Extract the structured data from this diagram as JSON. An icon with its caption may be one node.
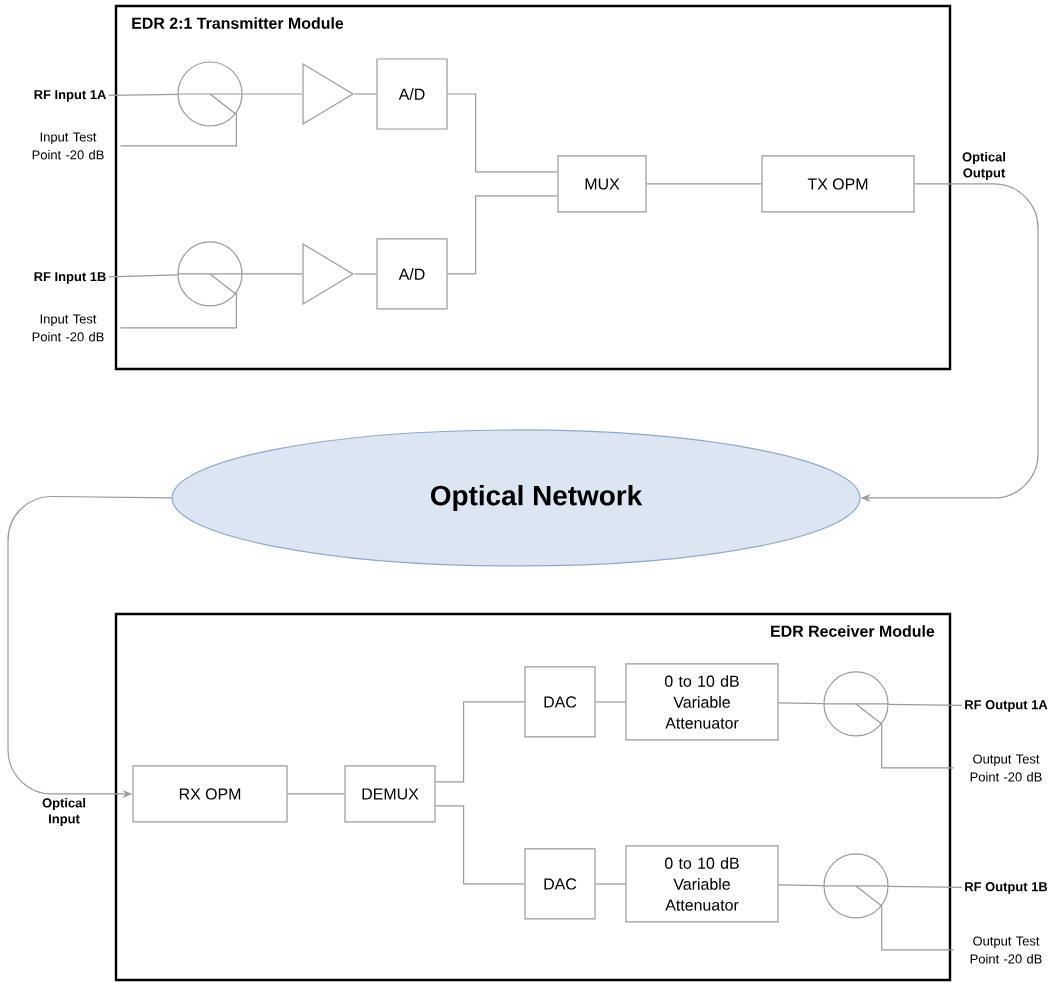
{
  "diagram": {
    "nodes": [
      {
        "text": [
          "EDR 2:1 Transmitter Module"
        ]
      },
      {
        "text": [
          "RF Input 1A"
        ]
      },
      {
        "text": [
          "Input Test Point -20 dB"
        ]
      },
      {
        "text": [],
        "shape": "circle",
        "in": 0
      },
      {
        "text": [],
        "shape": "triangle",
        "in": 0
      },
      {
        "text": [
          "A/D"
        ],
        "in": 0
      },
      {
        "text": [
          "RF Input 1B"
        ]
      },
      {
        "text": [
          "Input Test Point -20 dB"
        ]
      },
      {
        "text": [],
        "shape": "circle",
        "in": 0
      },
      {
        "text": [],
        "shape": "triangle",
        "in": 0
      },
      {
        "text": [
          "A/D"
        ],
        "in": 0
      },
      {
        "text": [
          "MUX"
        ],
        "in": 0
      },
      {
        "text": [
          "TX OPM"
        ],
        "in": 0
      },
      {
        "text": [
          "Optical Network"
        ]
      },
      {
        "text": [
          "EDR Receiver Module"
        ]
      },
      {
        "text": [
          "RX OPM"
        ],
        "in": 14
      },
      {
        "text": [
          "DEMUX"
        ],
        "in": 14
      },
      {
        "text": [
          "DAC"
        ],
        "in": 14
      },
      {
        "text": [
          "0 to 10 dB Variable Attenuator"
        ],
        "in": 14
      },
      {
        "text": [],
        "shape": "circle",
        "in": 14
      },
      {
        "text": [
          "RF Output 1A"
        ]
      },
      {
        "text": [
          "Output Test Point -20 dB"
        ]
      },
      {
        "text": [
          "DAC"
        ],
        "in": 14
      },
      {
        "text": [
          "0 to 10 dB Variable Attenuator"
        ],
        "in": 14
      },
      {
        "text": [],
        "shape": "circle",
        "in": 14
      },
      {
        "text": [
          "RF Output 1B"
        ]
      },
      {
        "text": [
          "Output Test Point -20 dB"
        ]
      }
    ],
    "edges": [
      {
        "from": 1,
        "to": 3,
        "arrow": "none"
      },
      {
        "from": 2,
        "to": 3,
        "arrow": "none"
      },
      {
        "from": 3,
        "to": 4,
        "arrow": "none"
      },
      {
        "from": 4,
        "to": 5,
        "arrow": "none"
      },
      {
        "from": 5,
        "to": 11,
        "arrow": "none"
      },
      {
        "from": 6,
        "to": 8,
        "arrow": "none"
      },
      {
        "from": 7,
        "to": 8,
        "arrow": "none"
      },
      {
        "from": 8,
        "to": 9,
        "arrow": "none"
      },
      {
        "from": 9,
        "to": 10,
        "arrow": "none"
      },
      {
        "from": 10,
        "to": 11,
        "arrow": "none"
      },
      {
        "from": 11,
        "to": 12,
        "arrow": "none"
      },
      {
        "from": 12,
        "to": 13,
        "arrow": "to",
        "label": "Optical Output"
      },
      {
        "from": 13,
        "to": 15,
        "arrow": "to",
        "label": "Optical Input"
      },
      {
        "from": 15,
        "to": 16,
        "arrow": "none"
      },
      {
        "from": 16,
        "to": 17,
        "arrow": "none"
      },
      {
        "from": 16,
        "to": 22,
        "arrow": "none"
      },
      {
        "from": 17,
        "to": 18,
        "arrow": "none"
      },
      {
        "from": 18,
        "to": 19,
        "arrow": "none"
      },
      {
        "from": 19,
        "to": 20,
        "arrow": "none"
      },
      {
        "from": 19,
        "to": 21,
        "arrow": "none"
      },
      {
        "from": 22,
        "to": 23,
        "arrow": "none"
      },
      {
        "from": 23,
        "to": 24,
        "arrow": "none"
      },
      {
        "from": 24,
        "to": 25,
        "arrow": "none"
      },
      {
        "from": 24,
        "to": 26,
        "arrow": "none"
      }
    ]
  }
}
